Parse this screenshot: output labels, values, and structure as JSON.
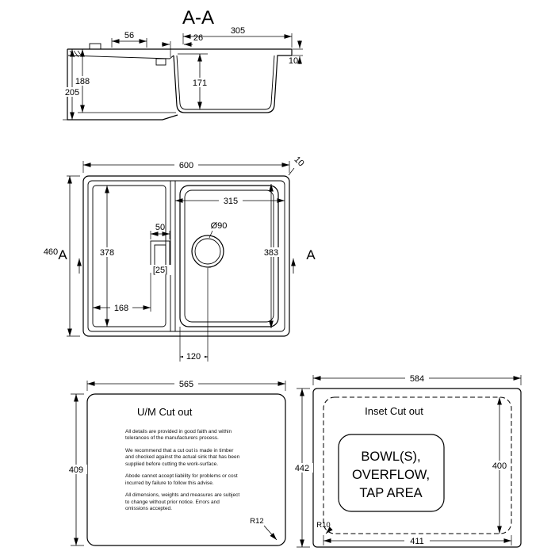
{
  "drawing": {
    "section_title": "A-A",
    "section": {
      "dim_56": "56",
      "dim_26": "26",
      "dim_305": "305",
      "dim_10": "10",
      "dim_188": "188",
      "dim_205": "205",
      "dim_171": "171"
    },
    "plan": {
      "dim_600": "600",
      "dim_460": "460",
      "dim_315": "315",
      "drain_diameter": "Ø90",
      "dim_50": "50",
      "dim_378": "378",
      "dim_383": "383",
      "dim_25": "[25]",
      "dim_168": "168",
      "dim_120": "120",
      "corner_radius": "10",
      "section_marker": "A"
    },
    "um_cutout": {
      "title": "U/M Cut out",
      "dim_width": "565",
      "dim_height": "409",
      "corner_radius": "R12",
      "paragraphs": [
        "All details are provided in good faith and within tolerances of the manufacturers process.",
        "We recommend that a cut out is made in timber and checked against the actual sink that has been supplied before cutting the work-surface.",
        "Abode cannot accept liability for problems or cost incurred by failure to follow this advise.",
        "All dimensions, weights and measures are subject to change without prior notice. Errors and omissions accepted."
      ]
    },
    "inset_cutout": {
      "title": "Inset Cut out",
      "dim_outer_width": "584",
      "dim_outer_height": "442",
      "dim_inner_width": "411",
      "dim_inner_height": "400",
      "corner_radius": "R10",
      "center_lines": [
        "BOWL(S),",
        "OVERFLOW,",
        "TAP AREA"
      ]
    }
  }
}
